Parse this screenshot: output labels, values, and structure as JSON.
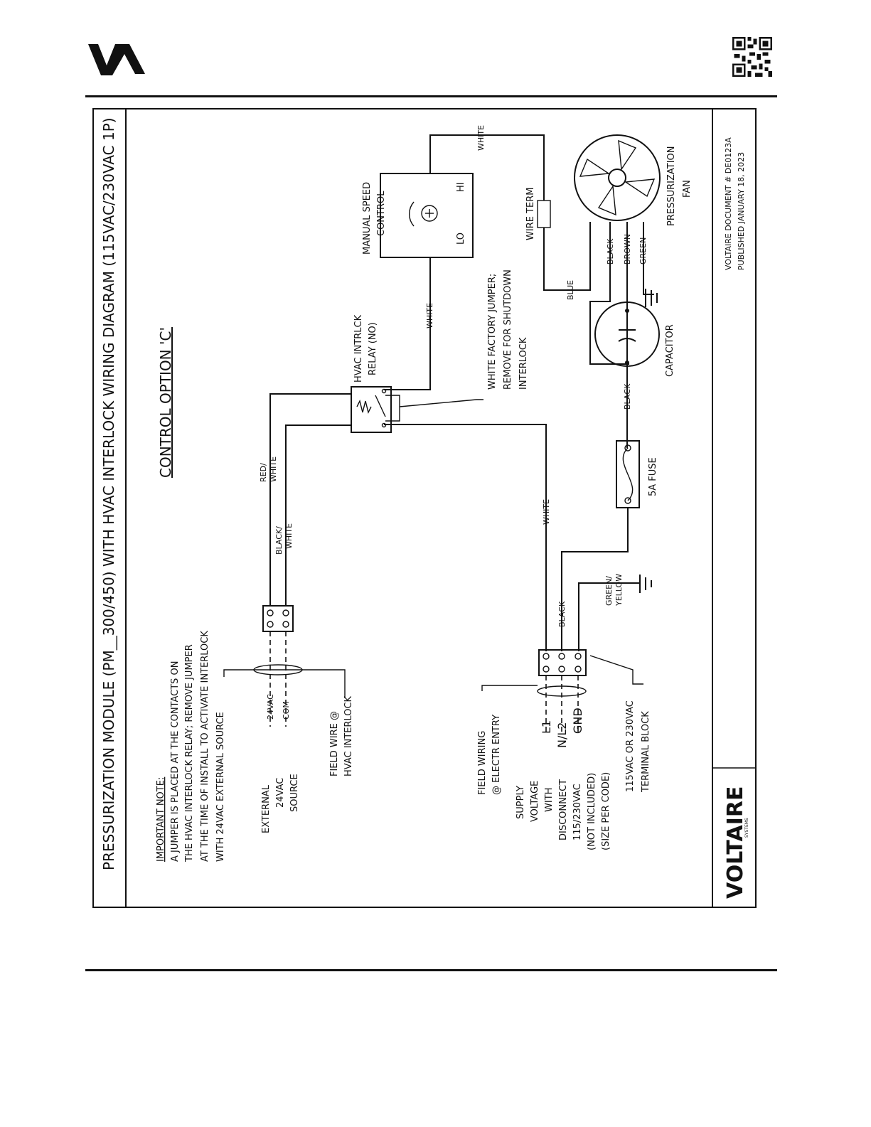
{
  "header": {
    "logo_icon": "va-logo-icon",
    "qr_icon": "qr-code-icon"
  },
  "diagram": {
    "title": "PRESSURIZATION MODULE (PM__300/450) WITH HVAC INTERLOCK WIRING DIAGRAM (115VAC/230VAC 1P)",
    "option": "CONTROL OPTION 'C'",
    "note_heading": "IMPORTANT NOTE:",
    "note_lines": [
      "A JUMPER IS PLACED AT THE CONTACTS ON",
      "THE HVAC INTERLOCK RELAY; REMOVE JUMPER",
      "AT THE TIME OF INSTALL TO ACTIVATE INTERLOCK",
      "WITH 24VAC EXTERNAL SOURCE"
    ],
    "manual_speed_control": [
      "MANUAL SPEED",
      "CONTROL"
    ],
    "lo": "LO",
    "hi": "HI",
    "hvac_relay": [
      "HVAC INTRLCK",
      "RELAY (NO)"
    ],
    "factory_jumper": [
      "WHITE FACTORY JUMPER;",
      "REMOVE FOR SHUTDOWN",
      "INTERLOCK"
    ],
    "wire_term": "WIRE TERM",
    "fan": [
      "PRESSURIZATION",
      "FAN"
    ],
    "capacitor": "CAPACITOR",
    "fuse": "5A FUSE",
    "wires": {
      "white": "WHITE",
      "white_top": "WHITE",
      "white_mid": "WHITE",
      "blue": "BLUE",
      "black": "BLACK",
      "brown": "BROWN",
      "green": "GREEN",
      "black_cap": "BLACK",
      "black_supply": "BLACK",
      "red_white": [
        "RED/",
        "WHITE"
      ],
      "black_white": [
        "BLACK/",
        "WHITE"
      ],
      "green_yellow": [
        "GREEN/",
        "YELLOW"
      ],
      "v24": "24VAC",
      "com": "COM"
    },
    "external_source": [
      "EXTERNAL",
      "24VAC",
      "SOURCE"
    ],
    "field_wire_interlock": [
      "FIELD WIRE @",
      "HVAC INTERLOCK"
    ],
    "field_wiring_entry": [
      "FIELD WIRING",
      "@ ELECTR ENTRY"
    ],
    "l1": "L1",
    "nl2": "N/L2",
    "gnd": "GND",
    "supply": [
      "SUPPLY",
      "VOLTAGE",
      "WITH",
      "DISCONNECT",
      "115/230VAC",
      "(NOT INCLUDED)",
      "(SIZE PER CODE)"
    ],
    "terminal_block": [
      "115VAC OR 230VAC",
      "TERMINAL BLOCK"
    ],
    "doc_number": "VOLTAIRE DOCUMENT # DE0123A",
    "published": "PUBLISHED JANUARY 18, 2023",
    "brand": "VOLTAIRE",
    "brand_sub": "SYSTEMS"
  }
}
